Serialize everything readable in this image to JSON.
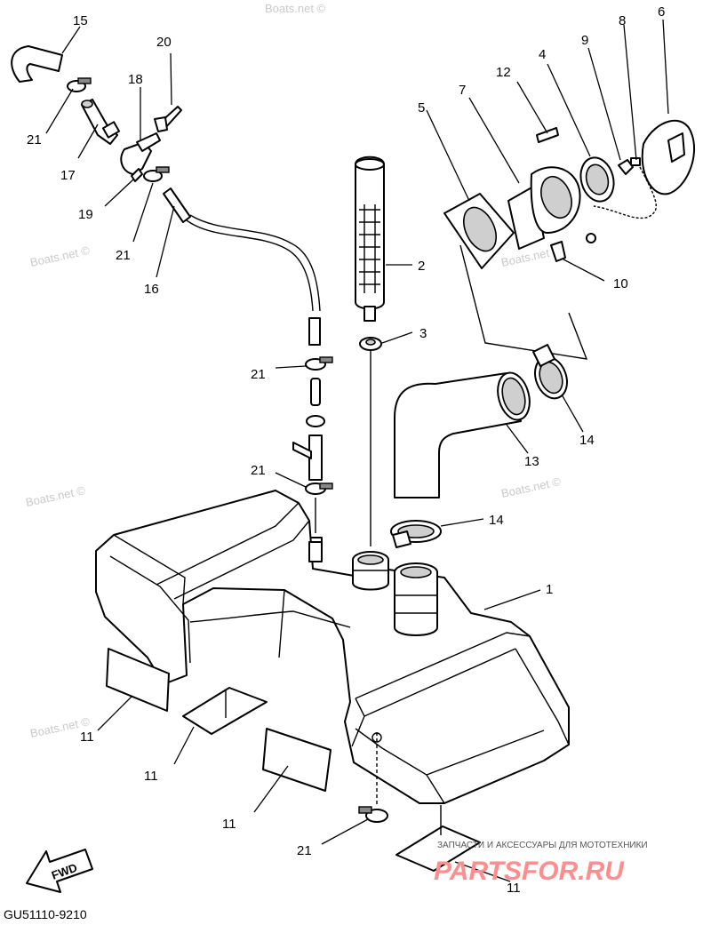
{
  "callouts": {
    "c1": "1",
    "c2": "2",
    "c3": "3",
    "c4": "4",
    "c5": "5",
    "c6": "6",
    "c7": "7",
    "c8": "8",
    "c9": "9",
    "c10": "10",
    "c12": "12",
    "c13": "13",
    "c14a": "14",
    "c14b": "14",
    "c15": "15",
    "c16": "16",
    "c17": "17",
    "c18": "18",
    "c19": "19",
    "c20": "20",
    "c21a": "21",
    "c21b": "21",
    "c21c": "21",
    "c21d": "21",
    "c21e": "21",
    "c11a": "11",
    "c11b": "11",
    "c11c": "11",
    "c11d": "11"
  },
  "watermark": "Boats.net ©",
  "diagram_code": "GU51110-9210",
  "fwd_label": "FWD",
  "ad": {
    "tagline": "ЗАПЧАСТИ И АКСЕССУАРЫ ДЛЯ МОТОТЕХНИКИ",
    "brand": "PARTSFOR.RU"
  }
}
